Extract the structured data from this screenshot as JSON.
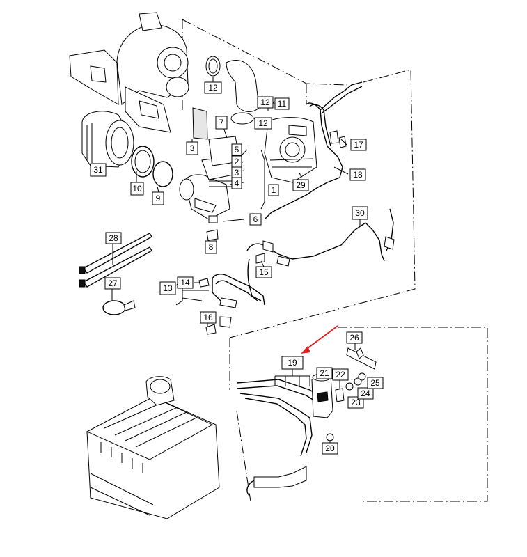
{
  "diagram": {
    "highlight_color": "#e02020",
    "highlighted_part": "19",
    "watermark": "",
    "parts": [
      {
        "id": "p1",
        "number": "1"
      },
      {
        "id": "p2",
        "number": "2"
      },
      {
        "id": "p3a",
        "number": "3"
      },
      {
        "id": "p3b",
        "number": "3"
      },
      {
        "id": "p4",
        "number": "4"
      },
      {
        "id": "p5",
        "number": "5"
      },
      {
        "id": "p6",
        "number": "6"
      },
      {
        "id": "p7",
        "number": "7"
      },
      {
        "id": "p8",
        "number": "8"
      },
      {
        "id": "p9",
        "number": "9"
      },
      {
        "id": "p10",
        "number": "10"
      },
      {
        "id": "p11",
        "number": "11"
      },
      {
        "id": "p12a",
        "number": "12"
      },
      {
        "id": "p12b",
        "number": "12"
      },
      {
        "id": "p12c",
        "number": "12"
      },
      {
        "id": "p13",
        "number": "13"
      },
      {
        "id": "p14",
        "number": "14"
      },
      {
        "id": "p15",
        "number": "15"
      },
      {
        "id": "p16",
        "number": "16"
      },
      {
        "id": "p17",
        "number": "17"
      },
      {
        "id": "p18",
        "number": "18"
      },
      {
        "id": "p19",
        "number": "19"
      },
      {
        "id": "p20",
        "number": "20"
      },
      {
        "id": "p21",
        "number": "21"
      },
      {
        "id": "p22",
        "number": "22"
      },
      {
        "id": "p23",
        "number": "23"
      },
      {
        "id": "p24",
        "number": "24"
      },
      {
        "id": "p25",
        "number": "25"
      },
      {
        "id": "p26",
        "number": "26"
      },
      {
        "id": "p27",
        "number": "27"
      },
      {
        "id": "p28",
        "number": "28"
      },
      {
        "id": "p29",
        "number": "29"
      },
      {
        "id": "p30",
        "number": "30"
      },
      {
        "id": "p31",
        "number": "31"
      }
    ]
  }
}
